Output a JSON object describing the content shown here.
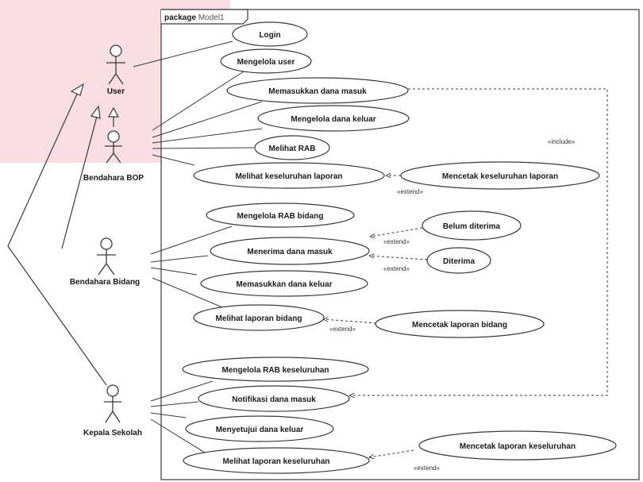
{
  "package": {
    "keyword": "package",
    "name": "Model1"
  },
  "actors": {
    "user": "User",
    "bendahara_bop": "Bendahara BOP",
    "bendahara_bidang": "Bendahara Bidang",
    "kepala_sekolah": "Kepala Sekolah"
  },
  "use_cases": {
    "login": "Login",
    "mengelola_user": "Mengelola user",
    "memasukkan_dana_masuk": "Memasukkan dana masuk",
    "mengelola_dana_keluar": "Mengelola dana keluar",
    "melihat_rab": "Melihat RAB",
    "melihat_keseluruhan_laporan": "Melihat keseluruhan laporan",
    "mencetak_keseluruhan_laporan": "Mencetak keseluruhan laporan",
    "mengelola_rab_bidang": "Mengelola RAB bidang",
    "belum_diterima": "Belum diterima",
    "menerima_dana_masuk": "Menerima dana masuk",
    "diterima": "Diterima",
    "memasukkan_dana_keluar": "Memasukkan dana keluar",
    "melihat_laporan_bidang": "Melihat laporan bidang",
    "mencetak_laporan_bidang": "Mencetak laporan bidang",
    "mengelola_rab_keseluruhan": "Mengelola RAB keseluruhan",
    "notifikasi_dana_masuk": "Notifikasi dana masuk",
    "menyetujui_dana_keluar": "Menyetujui dana keluar",
    "melihat_laporan_keseluruhan": "Melihat laporan keseluruhan",
    "mencetak_laporan_keseluruhan": "Mencetak laporan keseluruhan"
  },
  "stereotypes": {
    "include": "«include»",
    "extend": "«extend»"
  },
  "colors": {
    "line": "#3a3a3a",
    "ellipse_fill": "#ffffff",
    "watermark": "#f8dde3"
  }
}
